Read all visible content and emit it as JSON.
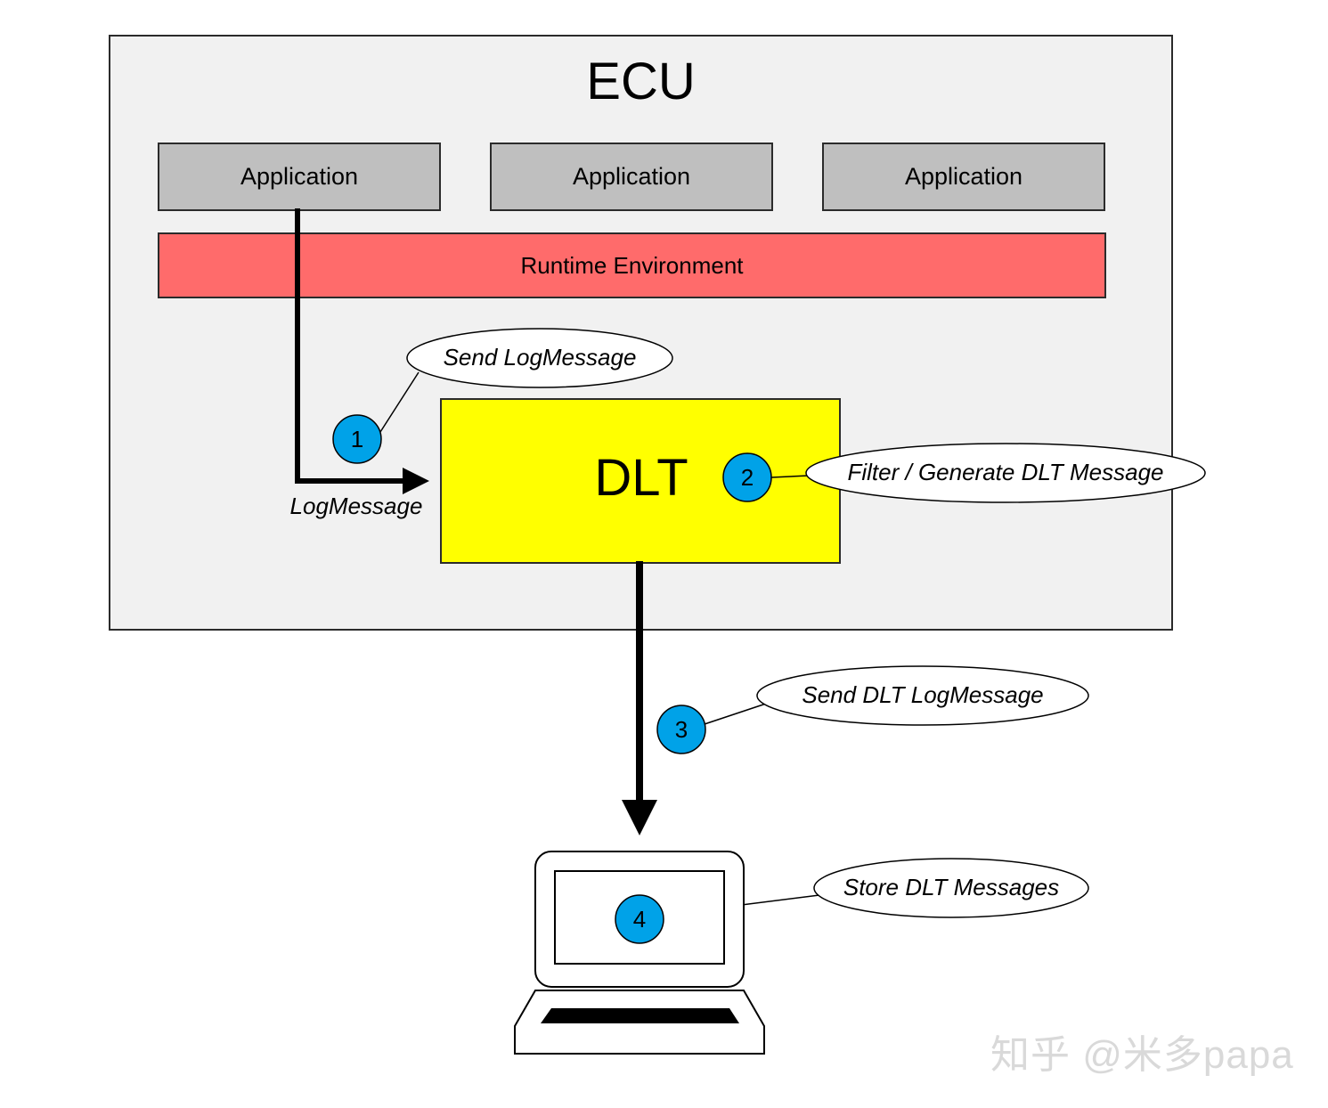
{
  "ecu": {
    "title": "ECU"
  },
  "applications": [
    {
      "label": "Application"
    },
    {
      "label": "Application"
    },
    {
      "label": "Application"
    }
  ],
  "runtime": {
    "label": "Runtime Environment"
  },
  "dlt": {
    "title": "DLT"
  },
  "flow": {
    "logmessage_label": "LogMessage"
  },
  "steps": [
    {
      "number": "1",
      "callout": "Send LogMessage"
    },
    {
      "number": "2",
      "callout": "Filter / Generate DLT Message"
    },
    {
      "number": "3",
      "callout": "Send DLT LogMessage"
    },
    {
      "number": "4",
      "callout": "Store DLT Messages"
    }
  ],
  "watermark": "知乎 @米多papa",
  "colors": {
    "ecu_fill": "#f1f1f1",
    "application_fill": "#bfbfbf",
    "runtime_fill": "#ff6b6b",
    "dlt_fill": "#ffff00",
    "step_circle_fill": "#00a2e8"
  },
  "icons": {
    "pc": "laptop-icon"
  }
}
